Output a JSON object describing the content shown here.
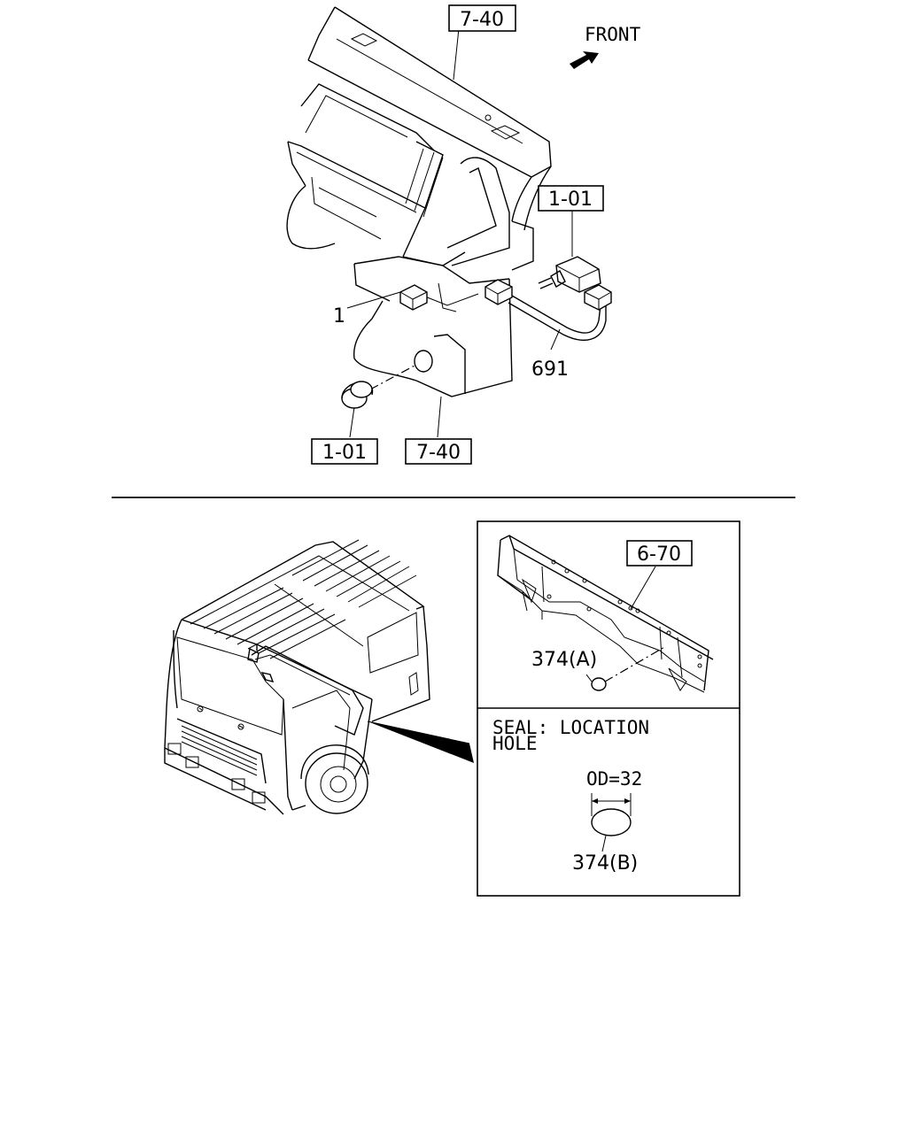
{
  "labels": {
    "ref_7_40_top": "7-40",
    "ref_1_01_right": "1-01",
    "ref_1_01_bottom": "1-01",
    "ref_7_40_bottom": "7-40",
    "ref_6_70": "6-70",
    "front": "FRONT",
    "part_1": "1",
    "part_691": "691",
    "part_374a": "374(A)",
    "part_374b": "374(B)",
    "seal_line1": "SEAL: LOCATION",
    "seal_line2": "HOLE",
    "od": "OD=32"
  }
}
